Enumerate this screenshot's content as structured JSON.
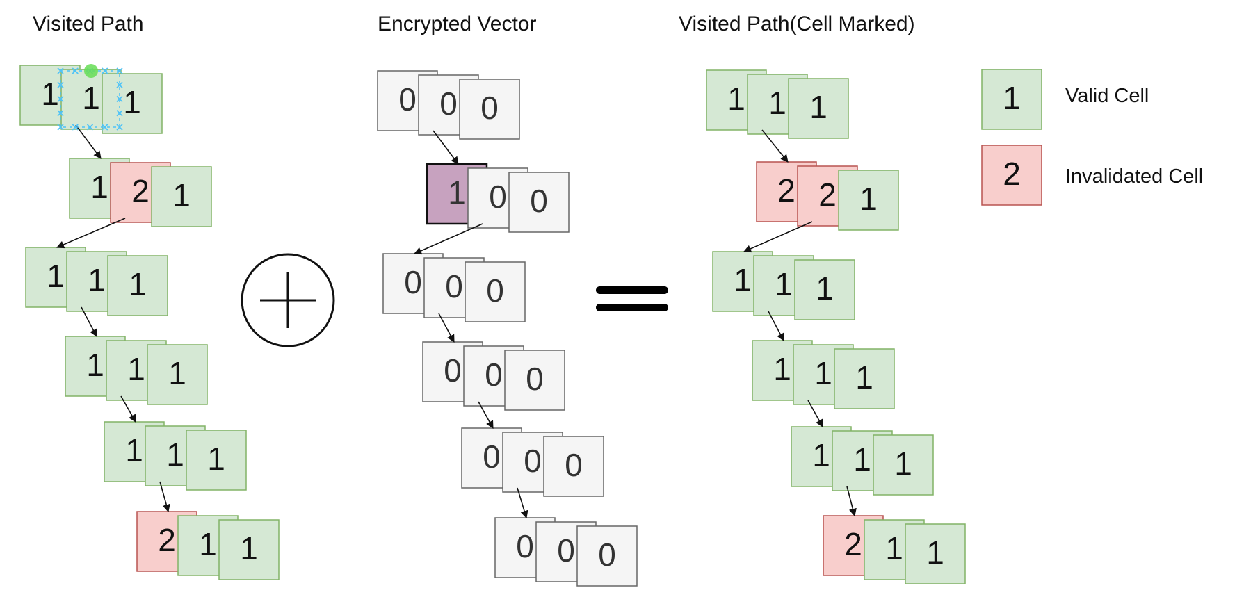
{
  "colors": {
    "valid_fill": "#d5e8d4",
    "valid_stroke": "#82b366",
    "invalid_fill": "#f8cecc",
    "invalid_stroke": "#b85450",
    "plain_fill": "#f5f5f5",
    "plain_stroke": "#666666",
    "highlight_fill": "#c7a2bf",
    "highlight_stroke": "#111111",
    "text": "#111111",
    "zero_text": "#333333",
    "selection_handle": "#4fc3f7",
    "selection_dot": "#66dd55"
  },
  "columns": [
    {
      "title": "Visited Path",
      "rows": [
        [
          {
            "value": "1",
            "kind": "valid"
          },
          {
            "value": "1",
            "kind": "valid"
          },
          {
            "value": "1",
            "kind": "valid"
          }
        ],
        [
          {
            "value": "1",
            "kind": "valid"
          },
          {
            "value": "2",
            "kind": "invalid"
          },
          {
            "value": "1",
            "kind": "valid"
          }
        ],
        [
          {
            "value": "1",
            "kind": "valid"
          },
          {
            "value": "1",
            "kind": "valid"
          },
          {
            "value": "1",
            "kind": "valid"
          }
        ],
        [
          {
            "value": "1",
            "kind": "valid"
          },
          {
            "value": "1",
            "kind": "valid"
          },
          {
            "value": "1",
            "kind": "valid"
          }
        ],
        [
          {
            "value": "1",
            "kind": "valid"
          },
          {
            "value": "1",
            "kind": "valid"
          },
          {
            "value": "1",
            "kind": "valid"
          }
        ],
        [
          {
            "value": "2",
            "kind": "invalid"
          },
          {
            "value": "1",
            "kind": "valid"
          },
          {
            "value": "1",
            "kind": "valid"
          }
        ]
      ]
    },
    {
      "title": "Encrypted Vector",
      "rows": [
        [
          {
            "value": "0",
            "kind": "plain"
          },
          {
            "value": "0",
            "kind": "plain"
          },
          {
            "value": "0",
            "kind": "plain"
          }
        ],
        [
          {
            "value": "1",
            "kind": "highlight"
          },
          {
            "value": "0",
            "kind": "plain"
          },
          {
            "value": "0",
            "kind": "plain"
          }
        ],
        [
          {
            "value": "0",
            "kind": "plain"
          },
          {
            "value": "0",
            "kind": "plain"
          },
          {
            "value": "0",
            "kind": "plain"
          }
        ],
        [
          {
            "value": "0",
            "kind": "plain"
          },
          {
            "value": "0",
            "kind": "plain"
          },
          {
            "value": "0",
            "kind": "plain"
          }
        ],
        [
          {
            "value": "0",
            "kind": "plain"
          },
          {
            "value": "0",
            "kind": "plain"
          },
          {
            "value": "0",
            "kind": "plain"
          }
        ],
        [
          {
            "value": "0",
            "kind": "plain"
          },
          {
            "value": "0",
            "kind": "plain"
          },
          {
            "value": "0",
            "kind": "plain"
          }
        ]
      ]
    },
    {
      "title": "Visited Path(Cell Marked)",
      "rows": [
        [
          {
            "value": "1",
            "kind": "valid"
          },
          {
            "value": "1",
            "kind": "valid"
          },
          {
            "value": "1",
            "kind": "valid"
          }
        ],
        [
          {
            "value": "2",
            "kind": "invalid"
          },
          {
            "value": "2",
            "kind": "invalid"
          },
          {
            "value": "1",
            "kind": "valid"
          }
        ],
        [
          {
            "value": "1",
            "kind": "valid"
          },
          {
            "value": "1",
            "kind": "valid"
          },
          {
            "value": "1",
            "kind": "valid"
          }
        ],
        [
          {
            "value": "1",
            "kind": "valid"
          },
          {
            "value": "1",
            "kind": "valid"
          },
          {
            "value": "1",
            "kind": "valid"
          }
        ],
        [
          {
            "value": "1",
            "kind": "valid"
          },
          {
            "value": "1",
            "kind": "valid"
          },
          {
            "value": "1",
            "kind": "valid"
          }
        ],
        [
          {
            "value": "2",
            "kind": "invalid"
          },
          {
            "value": "1",
            "kind": "valid"
          },
          {
            "value": "1",
            "kind": "valid"
          }
        ]
      ]
    }
  ],
  "operators": [
    {
      "symbol": "xor-circle-plus-icon"
    },
    {
      "symbol": "equals-icon"
    }
  ],
  "legend": [
    {
      "value": "1",
      "kind": "valid",
      "label": "Valid Cell"
    },
    {
      "value": "2",
      "kind": "invalid",
      "label": "Invalidated Cell"
    }
  ],
  "selection": {
    "column": 0,
    "row": 0,
    "cell": 1
  }
}
